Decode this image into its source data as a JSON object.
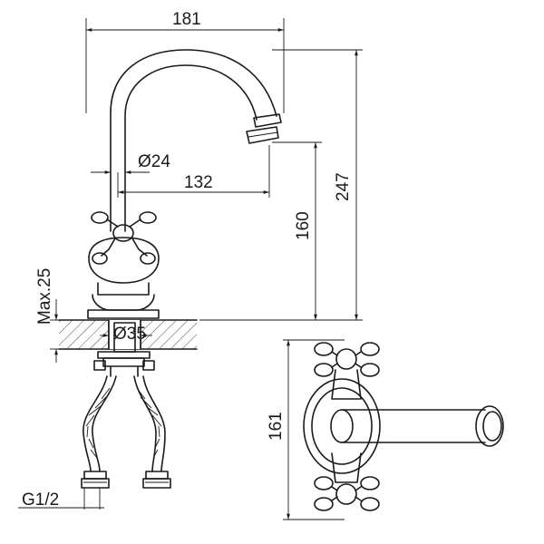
{
  "dimensions": {
    "overall_width": "181",
    "overall_height": "247",
    "spout_height": "160",
    "spout_reach": "132",
    "spout_diameter": "Ø24",
    "base_diameter": "Ø35",
    "max_deck_thickness": "Max.25",
    "thread": "G1/2",
    "handle_span": "161"
  },
  "colors": {
    "line": "#1a1a1a",
    "background": "#ffffff"
  }
}
